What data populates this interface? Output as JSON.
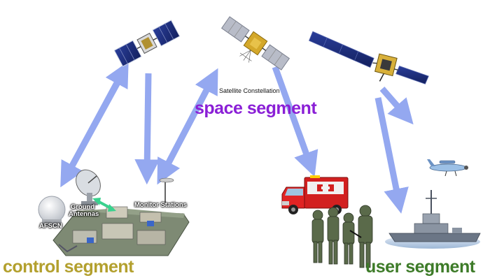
{
  "labels": {
    "satellite_constellation": "Satellite Constellation",
    "space_segment": "space segment",
    "control_segment": "control segment",
    "user_segment": "user segment",
    "ground_antennas": "Ground Antennas",
    "monitor_stations": "Monitor Stations",
    "afscn": "AFSCN"
  },
  "colors": {
    "arrow": "#8fa4f0",
    "space_segment": "#8a1fd6",
    "control_segment": "#b3a02e",
    "user_segment": "#3d7b28"
  },
  "icons": [
    "satellite-icon",
    "satellite-icon",
    "satellite-icon",
    "airplane-icon",
    "ambulance-icon",
    "soldiers-icon",
    "warship-icon",
    "radome-icon",
    "dish-antenna-icon",
    "ground-facility-icon"
  ]
}
